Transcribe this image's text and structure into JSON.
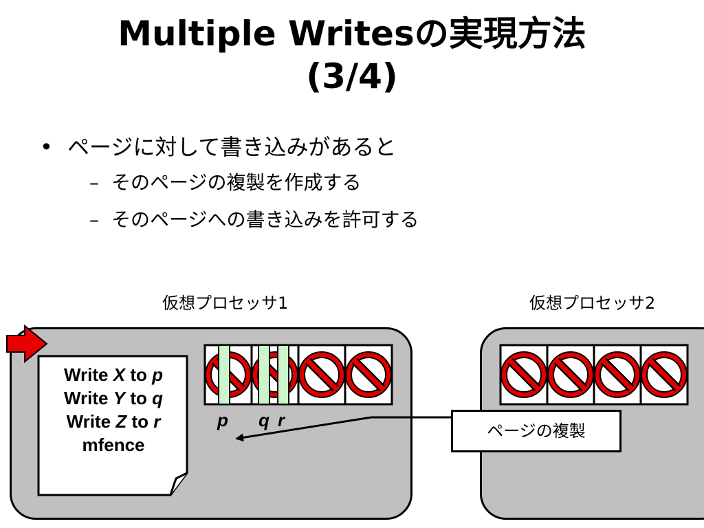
{
  "slide": {
    "title_line1": "Multiple Writesの実現方法",
    "title_line2": "(3/4)",
    "bullet": "ページに対して書き込みがあると",
    "subbullets": [
      "そのページの複製を作成する",
      "そのページへの書き込みを許可する"
    ],
    "bullet_marker": "•",
    "sub_marker": "–"
  },
  "diagram": {
    "processor1_label": "仮想プロセッサ1",
    "processor2_label": "仮想プロセッサ2",
    "program": {
      "lines": [
        {
          "cmd": "Write",
          "var": "X",
          "to": "to",
          "target": "p"
        },
        {
          "cmd": "Write",
          "var": "Y",
          "to": "to",
          "target": "q"
        },
        {
          "cmd": "Write",
          "var": "Z",
          "to": "to",
          "target": "r"
        }
      ],
      "last_line": "mfence"
    },
    "page_labels": {
      "p": "p",
      "q": "q",
      "r": "r"
    },
    "callout": "ページの複製",
    "colors": {
      "box_fill": "#c0c0c0",
      "no_sign": "#e00000",
      "copy_bar": "#ccf5cc",
      "pointer_arrow": "#e60000"
    },
    "icons": {
      "pointer": "arrow-right-icon",
      "page_locked": "no-entry-icon"
    }
  }
}
